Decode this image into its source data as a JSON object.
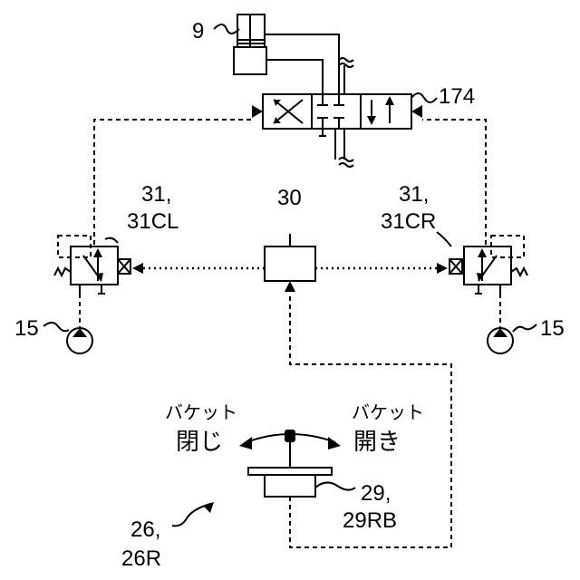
{
  "labels": {
    "cylinder": "9",
    "control_valve": "174",
    "proportional_valve_left": "31,",
    "proportional_valve_left_sub": "31CL",
    "proportional_valve_right": "31,",
    "proportional_valve_right_sub": "31CR",
    "controller": "30",
    "pump_left": "15",
    "pump_right": "15",
    "lever_top": "バケット",
    "lever_left": "閉じ",
    "lever_right": "開き",
    "sensor": "29,",
    "sensor_sub": "29RB",
    "operating_device": "26,",
    "operating_device_sub": "26R"
  }
}
